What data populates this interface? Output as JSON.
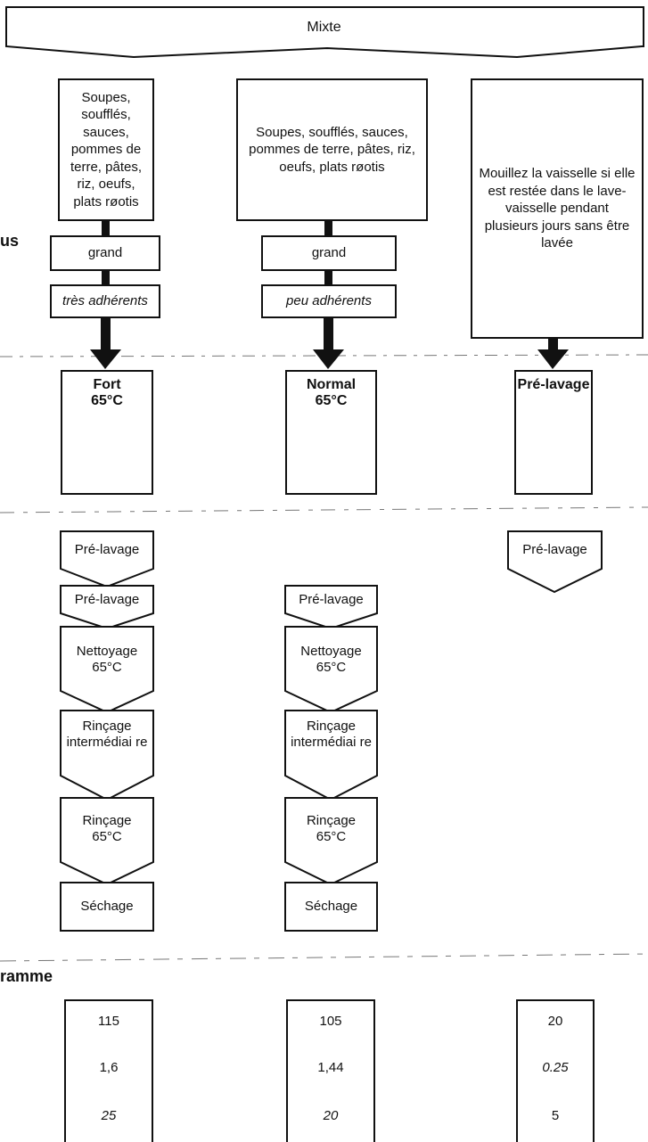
{
  "header": {
    "title": "Mixte"
  },
  "labels": {
    "left_fragment_1": "us",
    "left_fragment_2": "ramme"
  },
  "columns": [
    {
      "description": "Soupes, soufflés, sauces, pommes de terre, pâtes, riz, oeufs, plats røotis",
      "quantity": "grand",
      "adhesion": "très adhérents",
      "program": {
        "name": "Fort",
        "temp": "65°C",
        "icon": "pot-icon"
      },
      "steps": [
        "Pré-lavage",
        "Pré-lavage",
        "Nettoyage 65°C",
        "Rinçage intermédiai re",
        "Rinçage 65°C",
        "Séchage"
      ],
      "results": [
        "115",
        "1,6",
        "25"
      ]
    },
    {
      "description": "Soupes, soufflés, sauces, pommes de terre, pâtes, riz, oeufs, plats røotis",
      "quantity": "grand",
      "adhesion": "peu adhérents",
      "program": {
        "name": "Normal",
        "temp": "65°C",
        "icon": "stacked-dishes-icon"
      },
      "steps": [
        "Pré-lavage",
        "Nettoyage 65°C",
        "Rinçage intermédiai re",
        "Rinçage 65°C",
        "Séchage"
      ],
      "results": [
        "105",
        "1,44",
        "20"
      ]
    },
    {
      "description": "Mouillez la vaisselle si elle est restée dans le lave-vaisselle pendant plusieurs jours sans être lavée",
      "program": {
        "name": "Pré-lavage",
        "icon": "water-spray-icon"
      },
      "steps": [
        "Pré-lavage"
      ],
      "results": [
        "20",
        "0.25",
        "5"
      ]
    }
  ]
}
